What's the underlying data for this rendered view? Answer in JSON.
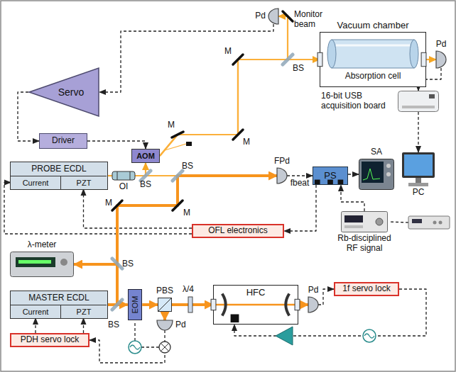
{
  "diagram": {
    "nodes": [
      {
        "text": [
          "Vacuum chamber"
        ]
      },
      {
        "text": [
          "Absorption cell"
        ],
        "in": 0
      },
      {
        "text": [
          "Pd"
        ]
      },
      {
        "text": [
          "Pd"
        ]
      },
      {
        "text": [
          "Servo"
        ]
      },
      {
        "text": [
          "Driver"
        ]
      },
      {
        "text": [
          "AOM"
        ]
      },
      {
        "text": [
          "16-bit USB acquisition board"
        ]
      },
      {
        "text": [
          "PROBE ECDL"
        ]
      },
      {
        "text": [
          "Current"
        ],
        "in": 8
      },
      {
        "text": [
          "PZT"
        ],
        "in": 8
      },
      {
        "text": [
          "OI"
        ]
      },
      {
        "text": [
          "FPd"
        ]
      },
      {
        "text": [
          "PS"
        ]
      },
      {
        "text": [
          "SA"
        ]
      },
      {
        "text": [
          "PC"
        ]
      },
      {
        "text": [
          "OFL electronics"
        ]
      },
      {
        "text": [
          "Rb-disciplined RF signal"
        ]
      },
      {
        "text": [
          "λ-meter"
        ]
      },
      {
        "text": [
          "MASTER ECDL"
        ]
      },
      {
        "text": [
          "Current"
        ],
        "in": 19
      },
      {
        "text": [
          "PZT"
        ],
        "in": 19
      },
      {
        "text": [
          "EOM"
        ]
      },
      {
        "text": [
          "PDH servo lock"
        ]
      },
      {
        "text": [
          "PBS"
        ]
      },
      {
        "text": [
          "Pd"
        ]
      },
      {
        "text": [
          "HFC"
        ]
      },
      {
        "text": [
          "Pd"
        ]
      },
      {
        "text": [
          "1f servo lock"
        ]
      }
    ],
    "edges": [
      {
        "from": 2,
        "to": 4,
        "arrow": "to"
      },
      {
        "from": 4,
        "to": 5,
        "arrow": "to"
      },
      {
        "from": 5,
        "to": 6,
        "arrow": "to"
      },
      {
        "from": 3,
        "to": 7,
        "arrow": "to"
      },
      {
        "from": 7,
        "to": 15,
        "arrow": "to"
      },
      {
        "from": 12,
        "to": 13,
        "arrow": "to",
        "label": "fbeat"
      },
      {
        "from": 13,
        "to": 14,
        "arrow": "to"
      },
      {
        "from": 17,
        "to": 13,
        "arrow": "to"
      },
      {
        "from": 13,
        "to": 16,
        "arrow": "to"
      },
      {
        "from": 16,
        "to": 9,
        "arrow": "to"
      },
      {
        "from": 16,
        "to": 10,
        "arrow": "to"
      },
      {
        "from": 23,
        "to": 20,
        "arrow": "to"
      },
      {
        "from": 23,
        "to": 21,
        "arrow": "to"
      },
      {
        "from": 25,
        "to": 23,
        "arrow": "to"
      },
      {
        "from": 27,
        "to": 28,
        "arrow": "to"
      },
      {
        "from": 28,
        "to": 26,
        "arrow": "to"
      },
      {
        "from": 8,
        "to": 11,
        "arrow": "none"
      },
      {
        "from": 11,
        "to": 6,
        "arrow": "to"
      },
      {
        "from": 11,
        "to": 12,
        "arrow": "to"
      },
      {
        "from": 6,
        "to": 0,
        "arrow": "to"
      },
      {
        "from": 6,
        "to": 2,
        "arrow": "to"
      },
      {
        "from": 0,
        "to": 3,
        "arrow": "to"
      },
      {
        "from": 19,
        "to": 18,
        "arrow": "to"
      },
      {
        "from": 19,
        "to": 12,
        "arrow": "to"
      },
      {
        "from": 19,
        "to": 22,
        "arrow": "to"
      },
      {
        "from": 22,
        "to": 24,
        "arrow": "to"
      },
      {
        "from": 24,
        "to": 26,
        "arrow": "to"
      },
      {
        "from": 26,
        "to": 27,
        "arrow": "to"
      },
      {
        "from": 24,
        "to": 25,
        "arrow": "to"
      }
    ],
    "labels": [
      "Monitor beam",
      "M",
      "M",
      "M",
      "M",
      "M",
      "BS",
      "BS",
      "BS",
      "BS",
      "BS",
      "λ/4"
    ]
  }
}
